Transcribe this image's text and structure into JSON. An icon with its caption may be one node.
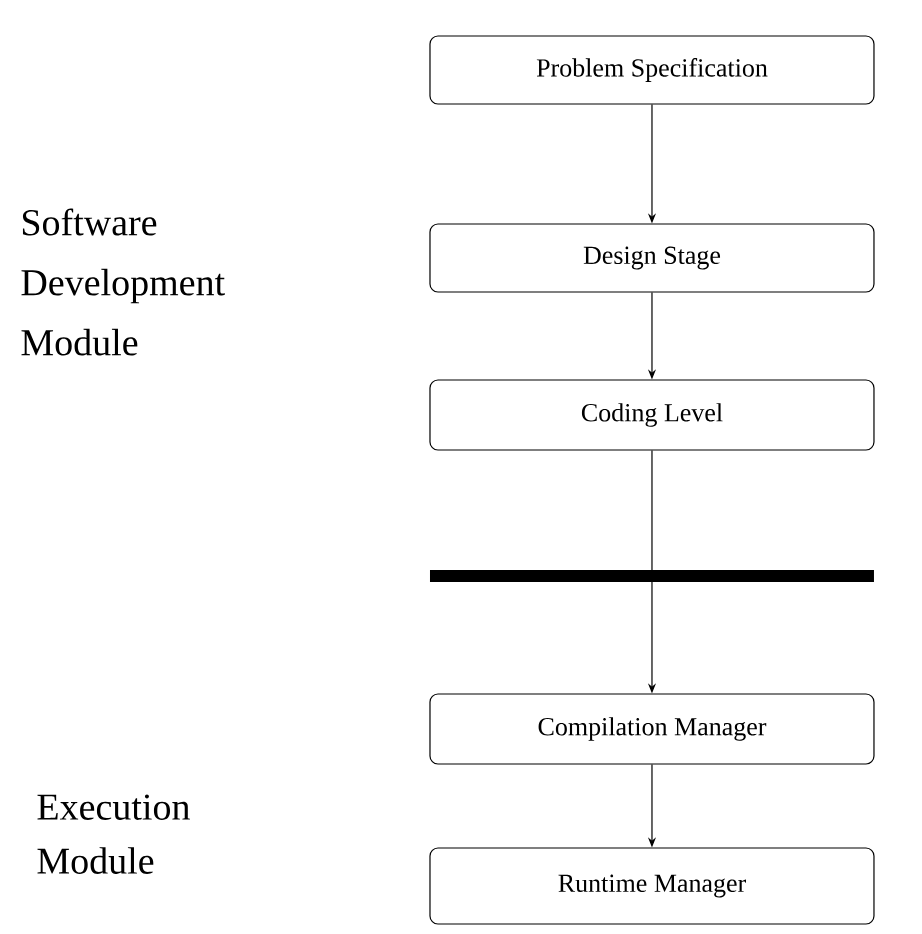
{
  "diagram": {
    "nodes": [
      {
        "text": [
          "Problem Specification"
        ]
      },
      {
        "text": [
          "Design Stage"
        ]
      },
      {
        "text": [
          "Coding Level"
        ]
      },
      {
        "text": [
          "Compilation Manager"
        ]
      },
      {
        "text": [
          "Runtime Manager"
        ]
      }
    ],
    "edges": [
      {
        "from": 0,
        "to": 1,
        "arrow": "to"
      },
      {
        "from": 1,
        "to": 2,
        "arrow": "to"
      },
      {
        "from": 2,
        "to": 3,
        "arrow": "to"
      },
      {
        "from": 3,
        "to": 4,
        "arrow": "to"
      }
    ],
    "labels": [
      "Software Development Module",
      "Execution Module"
    ]
  }
}
